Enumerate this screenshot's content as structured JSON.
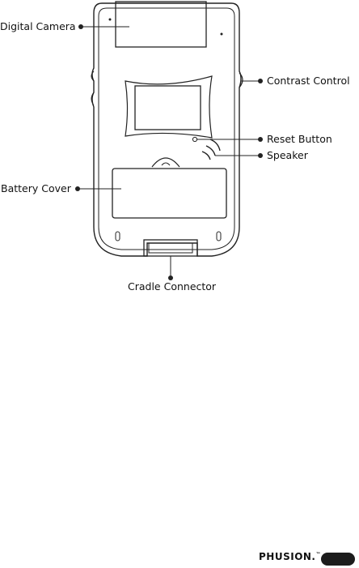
{
  "labels": {
    "digital_camera": "Digital Camera",
    "contrast_control": "Contrast Control",
    "reset_button": "Reset Button",
    "speaker": "Speaker",
    "battery_cover": "Battery Cover",
    "cradle_connector": "Cradle Connector"
  },
  "brand": {
    "logo": "PHUSION.",
    "trademark": "™"
  },
  "colors": {
    "line": "#222222",
    "pill": "#1c1c1c"
  }
}
